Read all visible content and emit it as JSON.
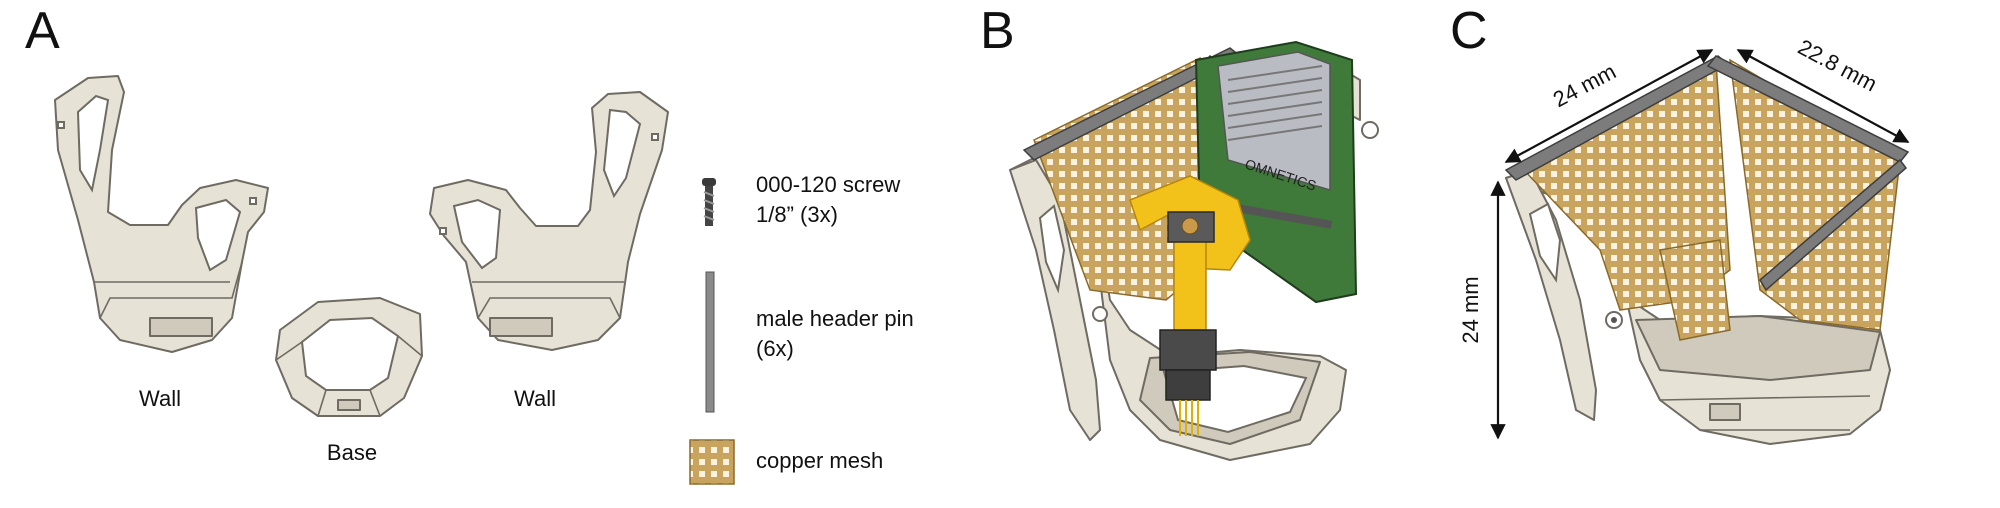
{
  "panels": {
    "a": {
      "letter": "A",
      "labels": {
        "wall_left": "Wall",
        "base": "Base",
        "wall_right": "Wall"
      },
      "legend": {
        "screw_line1": "000-120 screw",
        "screw_line2": "1/8” (3x)",
        "pin_line1": "male header pin",
        "pin_line2": "(6x)",
        "mesh": "copper mesh"
      }
    },
    "b": {
      "letter": "B",
      "pcb_text": "OMNETICS"
    },
    "c": {
      "letter": "C",
      "dims": {
        "top_left": "24 mm",
        "top_right": "22.8 mm",
        "height": "24 mm"
      }
    }
  },
  "colors": {
    "plastic": "#e6e2d6",
    "copper": "#c8a45e",
    "pcb": "#3f7a3a",
    "flex_cable": "#f2c21b",
    "rail": "#7c7c7c"
  },
  "icons": {
    "screw": "screw-icon",
    "pin": "header-pin-icon",
    "mesh": "copper-mesh-swatch"
  }
}
